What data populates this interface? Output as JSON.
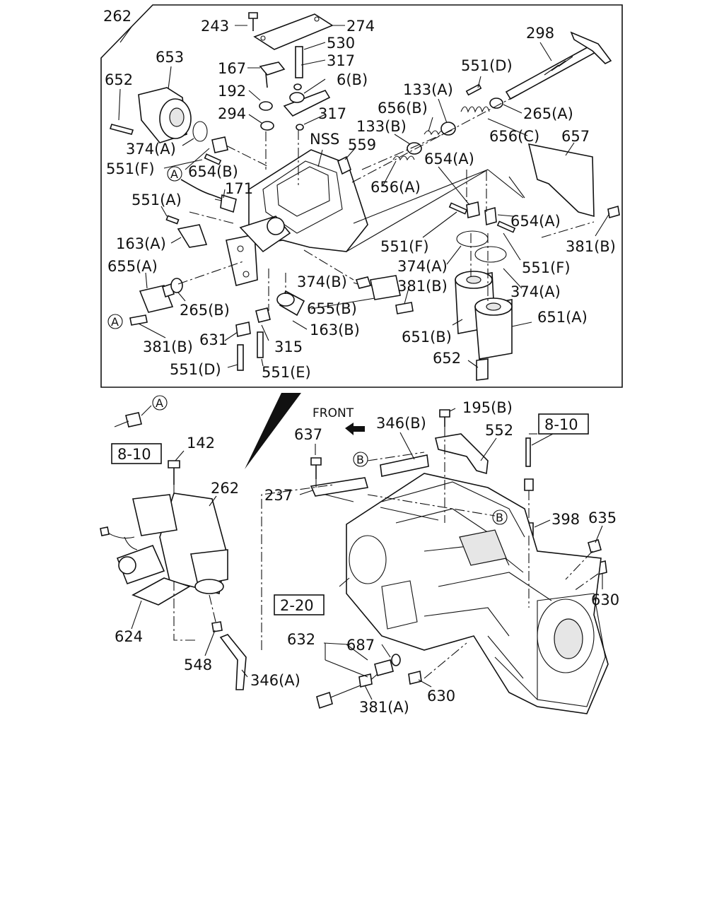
{
  "callouts": {
    "c262_top": "262",
    "c243": "243",
    "c274": "274",
    "c530": "530",
    "c317a": "317",
    "c167": "167",
    "c192": "192",
    "c6b": "6(B)",
    "c294": "294",
    "c317b": "317",
    "c653": "653",
    "c652a": "652",
    "c374a_1": "374(A)",
    "c551f_1": "551(F)",
    "c654b": "654(B)",
    "c171": "171",
    "c551a": "551(A)",
    "c163a": "163(A)",
    "c655a": "655(A)",
    "c265b": "265(B)",
    "c381b_1": "381(B)",
    "c631": "631",
    "c315": "315",
    "c551d_1": "551(D)",
    "c551e": "551(E)",
    "c163b": "163(B)",
    "c655b": "655(B)",
    "c374b": "374(B)",
    "c381b_2": "381(B)",
    "c651b": "651(B)",
    "c651a": "651(A)",
    "c652b": "652",
    "c374a_2": "374(A)",
    "c374a_3": "374(A)",
    "c551f_2": "551(F)",
    "c551f_3": "551(F)",
    "c654a_1": "654(A)",
    "c654a_2": "654(A)",
    "c656a": "656(A)",
    "c133b": "133(B)",
    "c656b": "656(B)",
    "c133a": "133(A)",
    "c551d_2": "551(D)",
    "c298": "298",
    "c265a": "265(A)",
    "c656c": "656(C)",
    "c657": "657",
    "c381b_3": "381(B)",
    "c559": "559",
    "cNSS": "NSS",
    "c142": "142",
    "c262_bot": "262",
    "c624": "624",
    "c548": "548",
    "c346a": "346(A)",
    "c637": "637",
    "c237": "237",
    "c346b": "346(B)",
    "c195b": "195(B)",
    "c552": "552",
    "c398": "398",
    "c635": "635",
    "c630a": "630",
    "c630b": "630",
    "c632": "632",
    "c687": "687",
    "c381a": "381(A)"
  },
  "reference_boxes": {
    "ref_8_10_left": "8-10",
    "ref_8_10_right": "8-10",
    "ref_2_20": "2-20"
  },
  "markers": {
    "A": "A",
    "B": "B"
  },
  "front_label": "FRONT"
}
